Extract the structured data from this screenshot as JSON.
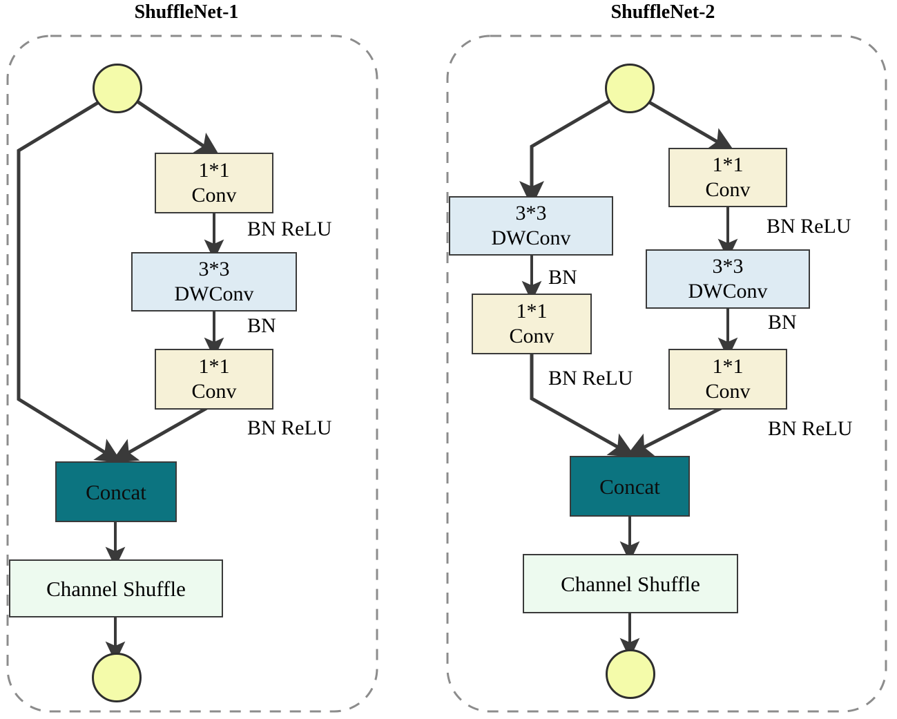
{
  "figure": {
    "kind": "neural-network-block-diagram",
    "panels": [
      {
        "title": "ShuffleNet-1",
        "nodes": {
          "input": "input-node",
          "conv_top": {
            "line1": "1*1",
            "line2": "Conv"
          },
          "dwconv": {
            "line1": "3*3",
            "line2": "DWConv"
          },
          "conv_bottom": {
            "line1": "1*1",
            "line2": "Conv"
          },
          "concat": "Concat",
          "shuffle": "Channel Shuffle",
          "output": "output-node"
        },
        "edge_labels": [
          "BN ReLU",
          "BN",
          "BN ReLU"
        ]
      },
      {
        "title": "ShuffleNet-2",
        "nodes": {
          "input": "input-node",
          "left_dwconv": {
            "line1": "3*3",
            "line2": "DWConv"
          },
          "left_conv": {
            "line1": "1*1",
            "line2": "Conv"
          },
          "right_conv_top": {
            "line1": "1*1",
            "line2": "Conv"
          },
          "right_dwconv": {
            "line1": "3*3",
            "line2": "DWConv"
          },
          "right_conv_bottom": {
            "line1": "1*1",
            "line2": "Conv"
          },
          "concat": "Concat",
          "shuffle": "Channel Shuffle",
          "output": "output-node"
        },
        "edge_labels": [
          "BN",
          "BN ReLU",
          "BN ReLU",
          "BN",
          "BN ReLU"
        ]
      }
    ],
    "colors": {
      "conv_fill": "#f6f1d7",
      "dwconv_fill": "#deebf3",
      "concat_fill": "#0c7480",
      "shuffle_fill": "#edfaef",
      "node_fill": "#f4fbaa",
      "stroke": "#3a3a3a",
      "dashed_border": "#8c8c8c",
      "background": "#ffffff"
    }
  }
}
